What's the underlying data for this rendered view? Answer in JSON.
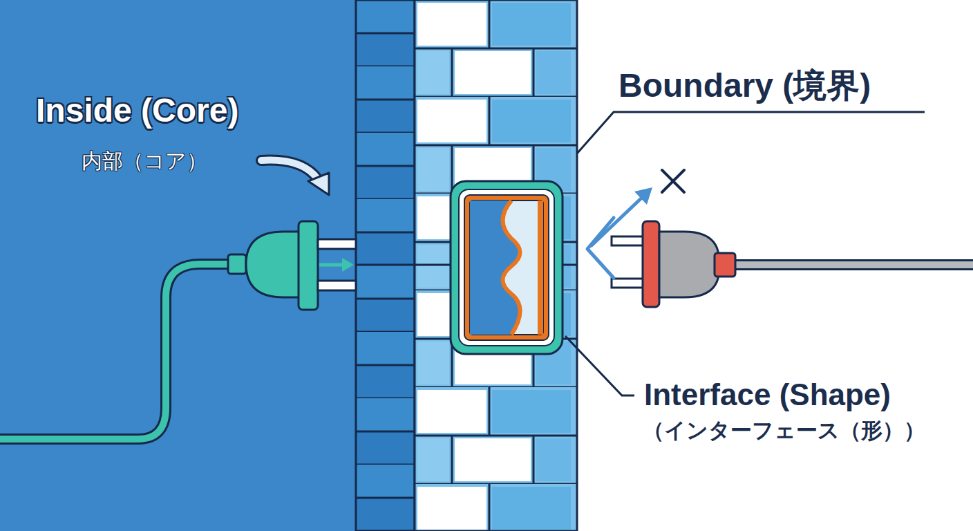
{
  "diagram": {
    "nodes": [
      {
        "text": [
          "Inside (Core)",
          "内部（コア）"
        ]
      }
    ],
    "labels": [
      "Boundary (境界)",
      "Interface (Shape)",
      "（インターフェース（形））"
    ]
  }
}
